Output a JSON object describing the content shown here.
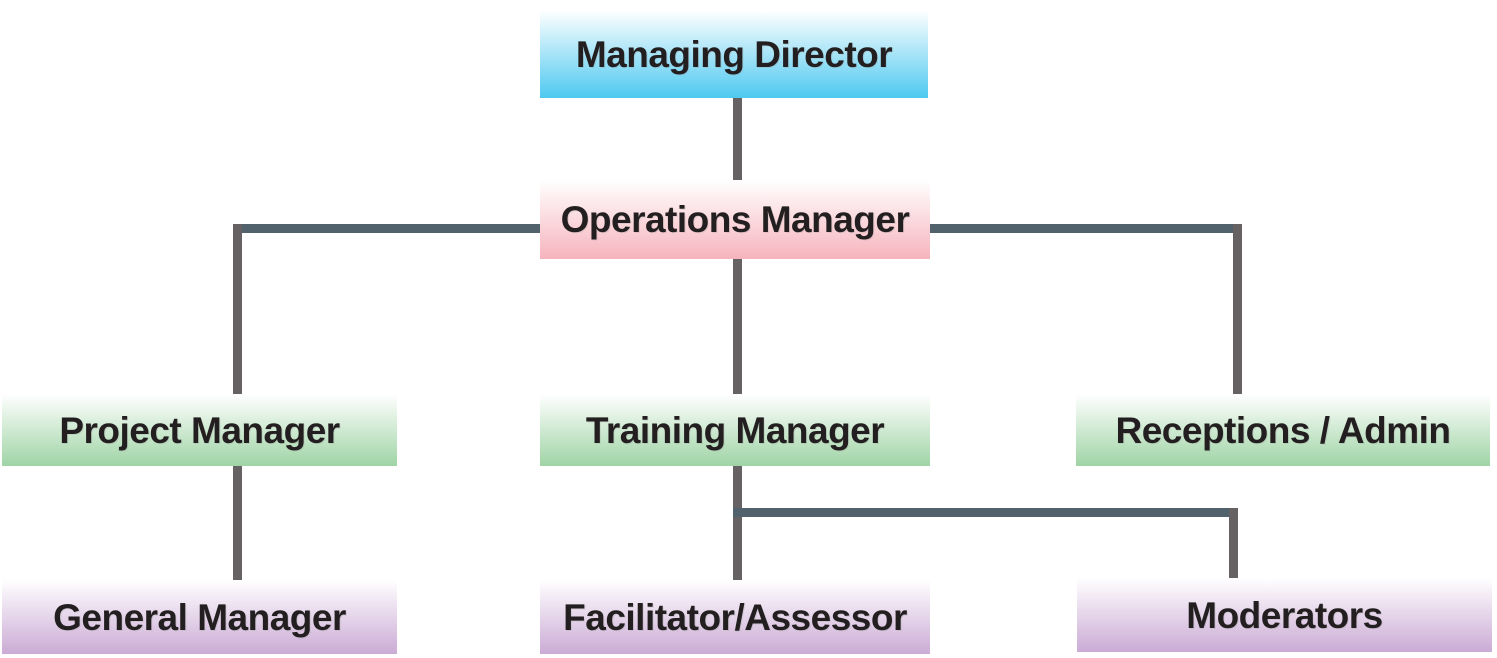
{
  "chart_type": "organization-chart",
  "nodes": [
    {
      "id": "managing-director",
      "label": "Managing Director",
      "color": "#4ec9f0",
      "level": 1
    },
    {
      "id": "operations-manager",
      "label": "Operations Manager",
      "color": "#f6b4bd",
      "level": 2
    },
    {
      "id": "project-manager",
      "label": "Project Manager",
      "color": "#9fd4a5",
      "level": 3
    },
    {
      "id": "training-manager",
      "label": "Training Manager",
      "color": "#9fd4a5",
      "level": 3
    },
    {
      "id": "receptions-admin",
      "label": "Receptions / Admin",
      "color": "#9fd4a5",
      "level": 3
    },
    {
      "id": "general-manager",
      "label": "General Manager",
      "color": "#cbabd5",
      "level": 4
    },
    {
      "id": "facilitator-assessor",
      "label": "Facilitator/Assessor",
      "color": "#cbabd5",
      "level": 4
    },
    {
      "id": "moderators",
      "label": "Moderators",
      "color": "#cbabd5",
      "level": 4
    }
  ],
  "edges": [
    {
      "from": "managing-director",
      "to": "operations-manager"
    },
    {
      "from": "operations-manager",
      "to": "project-manager"
    },
    {
      "from": "operations-manager",
      "to": "training-manager"
    },
    {
      "from": "operations-manager",
      "to": "receptions-admin"
    },
    {
      "from": "project-manager",
      "to": "general-manager"
    },
    {
      "from": "training-manager",
      "to": "facilitator-assessor"
    },
    {
      "from": "training-manager",
      "to": "moderators"
    }
  ],
  "colors": {
    "line_horizontal": "#51626c",
    "line_vertical": "#666264",
    "text": "#231f20",
    "background": "#ffffff"
  }
}
